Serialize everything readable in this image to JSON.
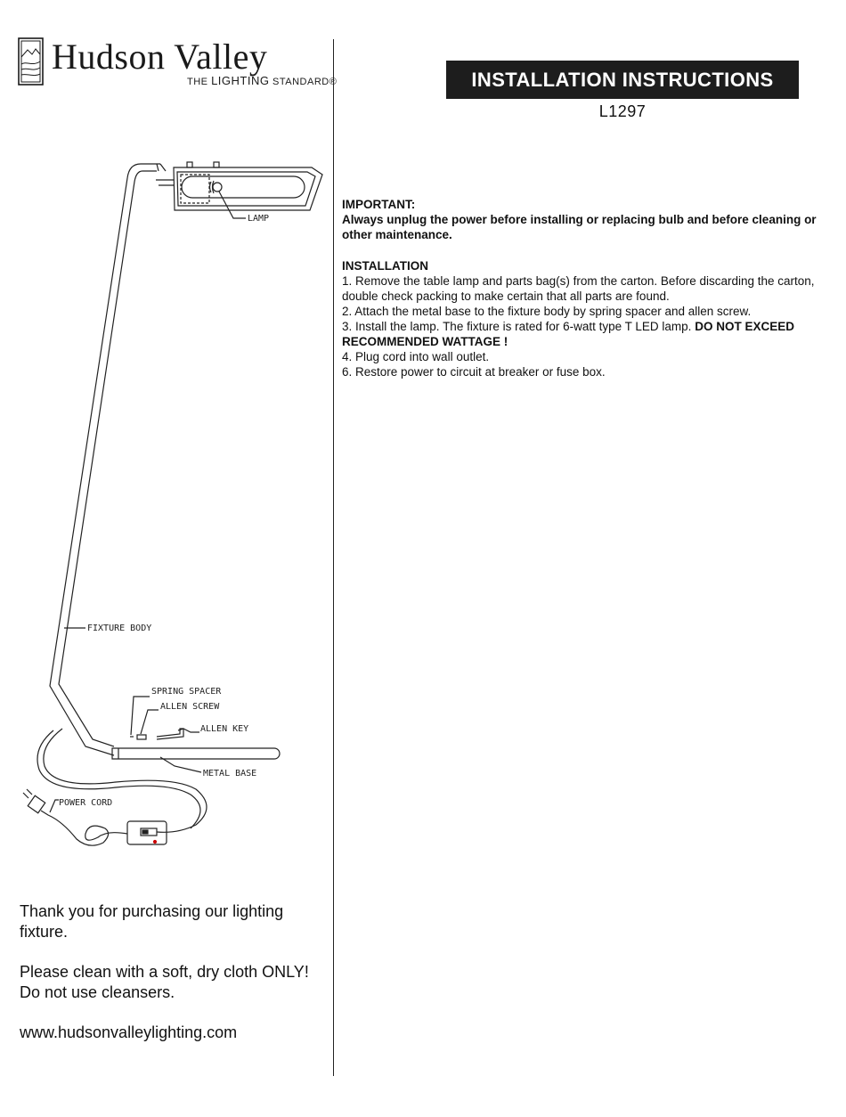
{
  "brand": {
    "name": "Hudson Valley",
    "tagline_prefix": "THE",
    "tagline_main": "LIGHTING",
    "tagline_suffix": "STANDARD®"
  },
  "header": {
    "title": "INSTALLATION INSTRUCTIONS",
    "model": "L1297"
  },
  "diagram": {
    "labels": {
      "lamp": "LAMP",
      "fixture_body": "FIXTURE BODY",
      "spring_spacer": "SPRING SPACER",
      "allen_screw": "ALLEN SCREW",
      "allen_key": "ALLEN KEY",
      "metal_base": "METAL BASE",
      "power_cord": "POWER CORD"
    }
  },
  "important": {
    "heading": "IMPORTANT:",
    "text": "Always unplug the power before installing or replacing bulb and before cleaning or other maintenance."
  },
  "installation": {
    "heading": "INSTALLATION",
    "step1": "1. Remove the table lamp and parts bag(s) from the carton. Before discarding the carton, double check packing to make certain that all parts are found.",
    "step2": "2. Attach the metal base to the fixture body by spring spacer and allen screw.",
    "step3_text": "3. Install the lamp. The fixture is rated for 6-watt type T LED lamp.",
    "step3_warning": "DO NOT EXCEED RECOMMENDED WATTAGE !",
    "step4": "4.  Plug cord into wall outlet.",
    "step6": "6.  Restore power to circuit at breaker or fuse box."
  },
  "footer": {
    "thanks": "Thank you for purchasing our lighting fixture.",
    "care_line1": "Please clean with a soft, dry cloth ONLY!",
    "care_line2": "Do not use cleansers.",
    "website": "www.hudsonvalleylighting.com"
  }
}
